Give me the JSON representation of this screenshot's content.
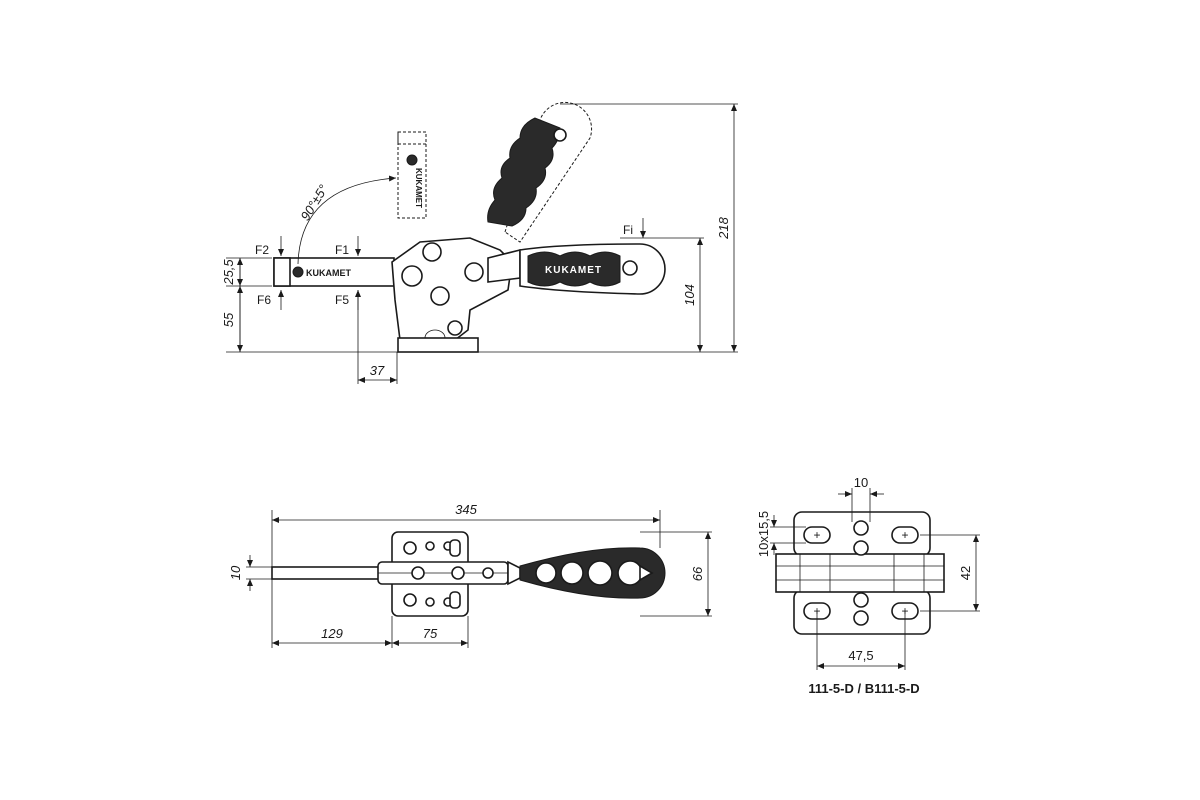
{
  "side_view": {
    "angle": "90°±5°",
    "forces": [
      "F2",
      "F1",
      "Fi",
      "F6",
      "F5"
    ],
    "dims": {
      "h_small": "25,5",
      "h_base": "55",
      "offset": "37",
      "h_mid": "104",
      "h_total": "218"
    },
    "brand": "KUKAMET"
  },
  "top_view": {
    "dims": {
      "width": "10",
      "length": "345",
      "a": "129",
      "b": "75",
      "height": "66"
    }
  },
  "end_view": {
    "dims": {
      "slot_w": "10",
      "slot": "10x15,5",
      "height": "42",
      "spacing": "47,5"
    },
    "caption": "111-5-D / B111-5-D"
  }
}
